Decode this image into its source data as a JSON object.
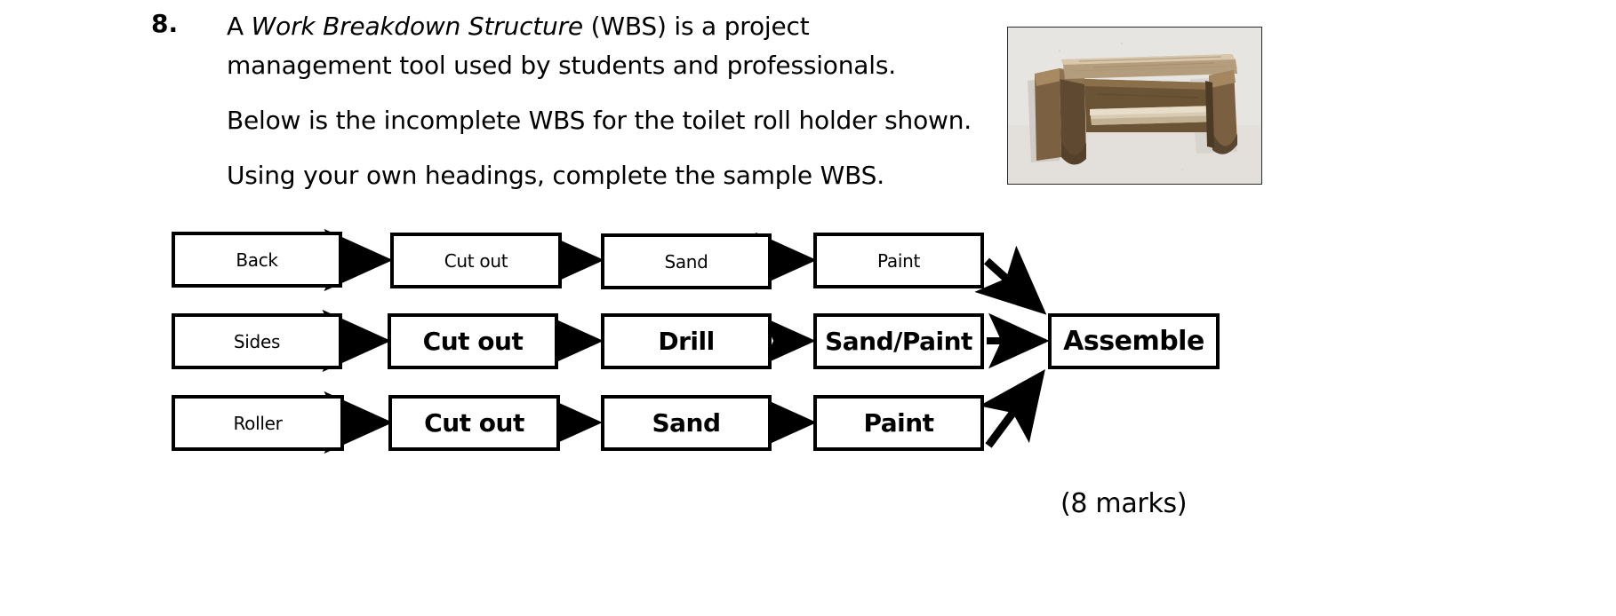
{
  "question": {
    "number": "8.",
    "paragraphs": [
      {
        "id": "p1",
        "segments": [
          {
            "text": "A ",
            "style": "normal"
          },
          {
            "text": "Work Breakdown Structure",
            "style": "italic"
          },
          {
            "text": " (WBS) is a project management tool used by students and professionals.",
            "style": "normal"
          }
        ]
      },
      {
        "id": "p2",
        "segments": [
          {
            "text": "Below is the incomplete WBS for the toilet roll holder shown.",
            "style": "normal"
          }
        ]
      },
      {
        "id": "p3",
        "segments": [
          {
            "text": "Using your own headings, complete the sample WBS.",
            "style": "normal"
          }
        ]
      }
    ],
    "marks": "(8 marks)"
  },
  "photo": {
    "alt_name": "toilet-roll-holder-photo",
    "description": "Wooden wall-mounted toilet roll holder with light wood roller bar",
    "colors": {
      "wall": "#e9e7e4",
      "wood_light": "#cbb89a",
      "wood_mid": "#9c7f5c",
      "wood_dark": "#6e5335",
      "shadow": "#c9c4bd"
    }
  },
  "diagram": {
    "name": "work-breakdown-structure",
    "rows": [
      {
        "id": "row-back",
        "nodes": [
          {
            "label": "Back",
            "weight": "normal"
          },
          {
            "label": "Cut out",
            "weight": "normal"
          },
          {
            "label": "Sand",
            "weight": "normal"
          },
          {
            "label": "Paint",
            "weight": "normal"
          }
        ]
      },
      {
        "id": "row-sides",
        "nodes": [
          {
            "label": "Sides",
            "weight": "normal"
          },
          {
            "label": "Cut out",
            "weight": "bold"
          },
          {
            "label": "Drill",
            "weight": "bold"
          },
          {
            "label": "Sand/Paint",
            "weight": "bold"
          }
        ]
      },
      {
        "id": "row-roller",
        "nodes": [
          {
            "label": "Roller",
            "weight": "normal"
          },
          {
            "label": "Cut out",
            "weight": "bold"
          },
          {
            "label": "Sand",
            "weight": "bold"
          },
          {
            "label": "Paint",
            "weight": "bold"
          }
        ]
      }
    ],
    "final_node": {
      "label": "Assemble",
      "weight": "bold"
    },
    "colors": {
      "box_border": "#000000",
      "box_fill": "#ffffff",
      "arrow": "#000000",
      "text": "#000000"
    }
  }
}
